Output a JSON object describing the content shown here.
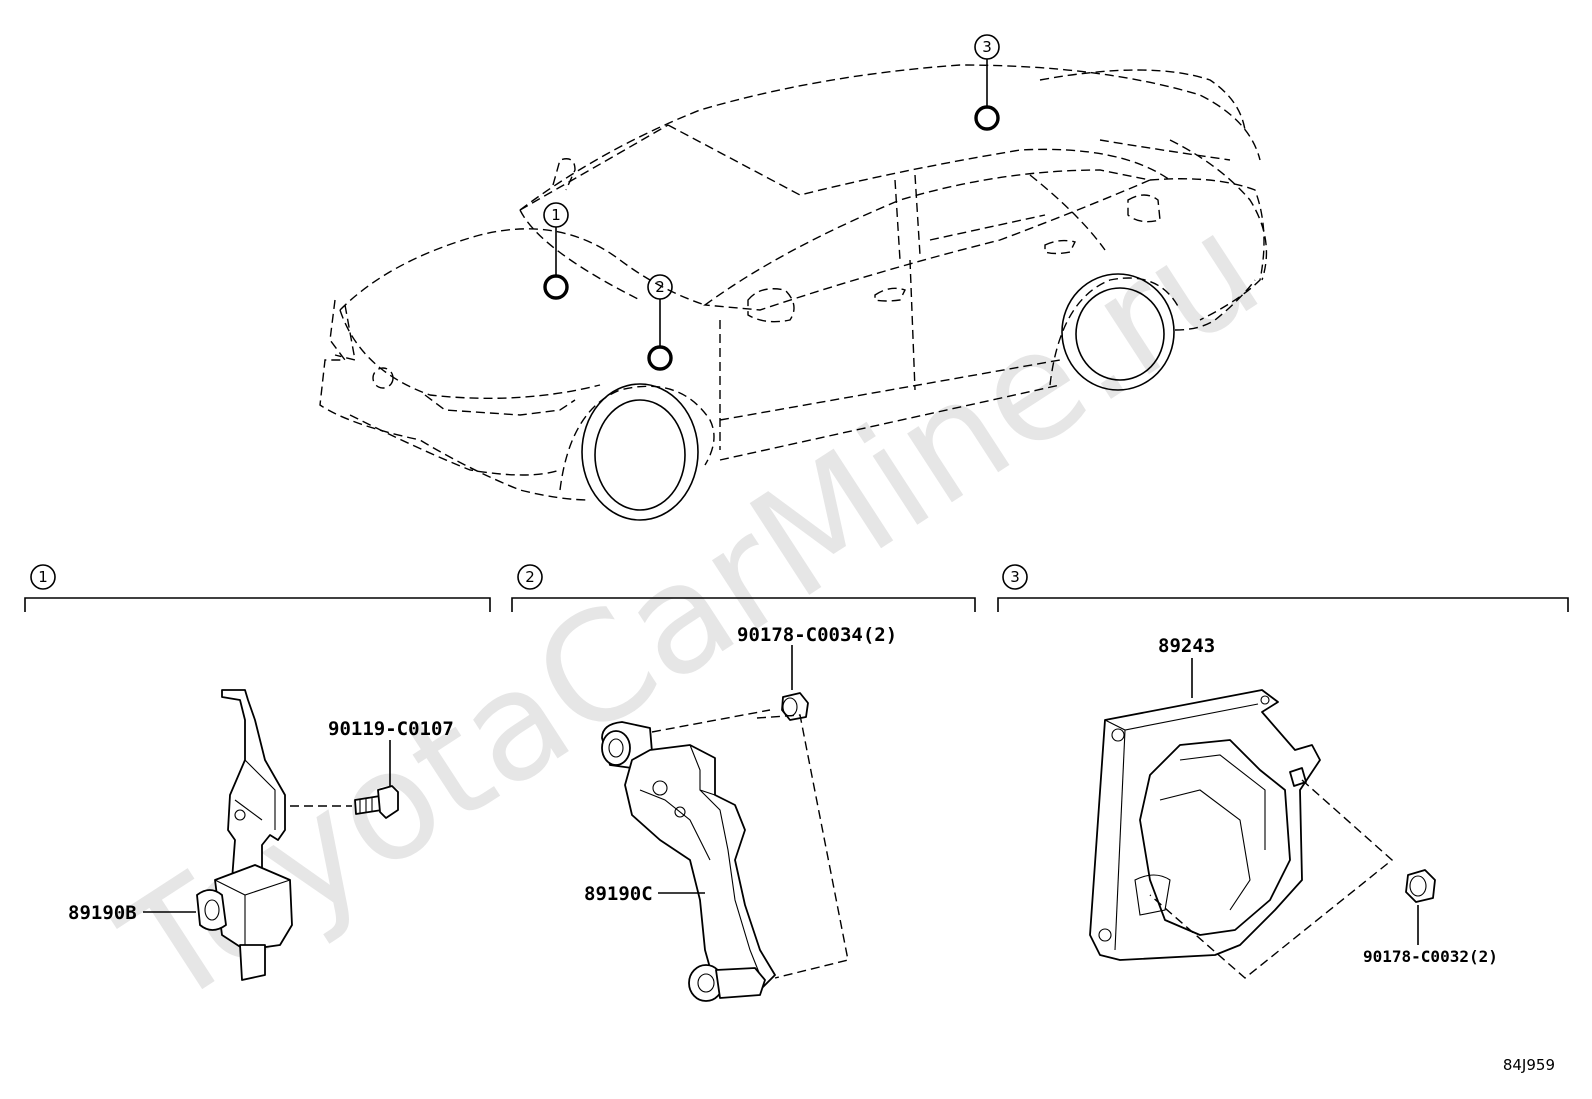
{
  "watermark": "ToyotaCarMine.ru",
  "drawing_code": "84J959",
  "callouts": [
    {
      "id": "1"
    },
    {
      "id": "2"
    },
    {
      "id": "3"
    }
  ],
  "sections": [
    {
      "id": "1",
      "parts": [
        "89190B",
        "90119-C0107"
      ]
    },
    {
      "id": "2",
      "parts": [
        "89190C",
        "90178-C0034(2)"
      ]
    },
    {
      "id": "3",
      "parts": [
        "89243",
        "90178-C0032(2)"
      ]
    }
  ]
}
